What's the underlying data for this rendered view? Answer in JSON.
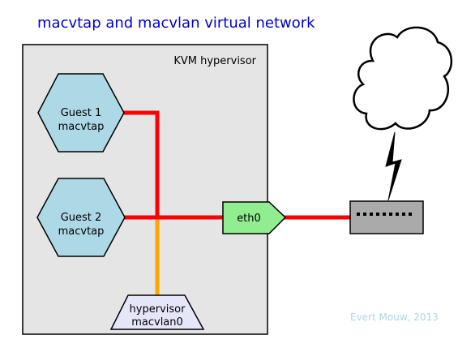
{
  "title": "macvtap and macvlan virtual network",
  "hypervisor": {
    "label": "KVM hypervisor"
  },
  "guests": [
    {
      "line1": "Guest 1",
      "line2": "macvtap"
    },
    {
      "line1": "Guest 2",
      "line2": "macvtap"
    }
  ],
  "eth0": {
    "label": "eth0"
  },
  "macvlan": {
    "line1": "hypervisor",
    "line2": "macvlan0"
  },
  "credit": "Evert Mouw, 2013",
  "colors": {
    "title": "#0000cc",
    "hypervisor_fill": "#e5e5e5",
    "guest_fill": "#add8e6",
    "eth0_fill": "#90ee90",
    "macvlan_fill": "#e6e6fa",
    "switch_fill": "#aaaaaa",
    "link_red": "#ff0000",
    "link_orange": "#ffa500",
    "credit": "#add8e6"
  },
  "icons": {
    "cloud": "cloud-icon",
    "lightning": "lightning-bolt-icon",
    "switch": "network-switch-icon"
  }
}
